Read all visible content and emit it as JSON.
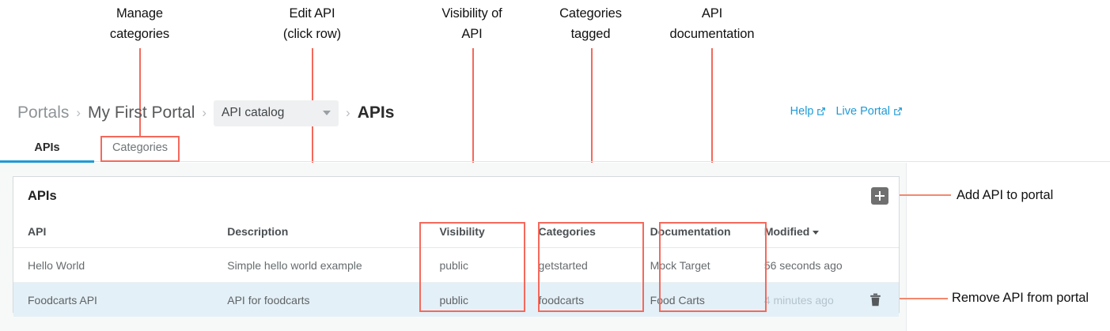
{
  "annotations": [
    {
      "id": "manage-categories",
      "text": "Manage\ncategories"
    },
    {
      "id": "edit-api",
      "text": "Edit API\n(click row)"
    },
    {
      "id": "visibility-of-api",
      "text": "Visibility of\nAPI"
    },
    {
      "id": "categories-tagged",
      "text": "Categories\ntagged"
    },
    {
      "id": "api-documentation",
      "text": "API\ndocumentation"
    },
    {
      "id": "add-api-to-portal",
      "text": "Add API to portal"
    },
    {
      "id": "remove-api-from-portal",
      "text": "Remove API from portal"
    }
  ],
  "breadcrumb": {
    "portals": "Portals",
    "portal_name": "My First Portal",
    "catalog_select": "API catalog",
    "current": "APIs",
    "separator": "›"
  },
  "header_links": [
    {
      "label": "Help",
      "icon": "external-link-icon"
    },
    {
      "label": "Live Portal",
      "icon": "external-link-icon"
    }
  ],
  "tabs": [
    {
      "label": "APIs",
      "active": true
    },
    {
      "label": "Categories",
      "active": false
    }
  ],
  "panel": {
    "title": "APIs",
    "add_button_icon": "plus-icon",
    "delete_row_icon": "trash-icon"
  },
  "table": {
    "columns": [
      {
        "key": "api",
        "label": "API",
        "sorted": false
      },
      {
        "key": "description",
        "label": "Description",
        "sorted": false
      },
      {
        "key": "visibility",
        "label": "Visibility",
        "sorted": false
      },
      {
        "key": "categories",
        "label": "Categories",
        "sorted": false
      },
      {
        "key": "documentation",
        "label": "Documentation",
        "sorted": false
      },
      {
        "key": "modified",
        "label": "Modified",
        "sorted": true,
        "sort_dir": "desc"
      }
    ],
    "rows": [
      {
        "api": "Hello World",
        "description": "Simple hello world example",
        "visibility": "public",
        "categories": "getstarted",
        "documentation": "Mock Target",
        "modified": "56 seconds ago",
        "selected": false
      },
      {
        "api": "Foodcarts API",
        "description": "API for foodcarts",
        "visibility": "public",
        "categories": "foodcarts",
        "documentation": "Food Carts",
        "modified": "4 minutes ago",
        "selected": true
      }
    ]
  },
  "colors": {
    "annotation": "#f4695c",
    "annotation_leader": "#f4886e",
    "link": "#1f9ad6",
    "tab_active_underline": "#1f9ad6",
    "row_selected_bg": "#e4f0f7",
    "add_button_bg": "#6f6f6f",
    "surface_bg": "#f7f9f9"
  }
}
